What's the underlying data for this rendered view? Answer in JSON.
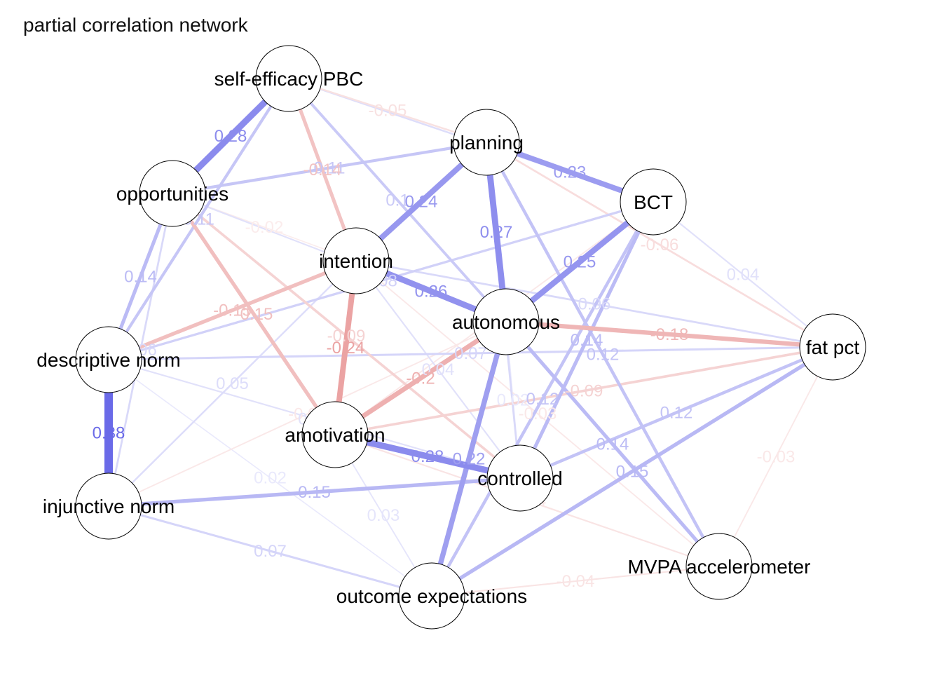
{
  "title": "partial correlation network",
  "colors": {
    "positive": "#6A6AE8",
    "negative": "#E27A7A",
    "node_fill": "#ffffff",
    "node_stroke": "#000000"
  },
  "nodes": [
    {
      "id": "self_efficacy_pbc",
      "label": "self-efficacy PBC"
    },
    {
      "id": "planning",
      "label": "planning"
    },
    {
      "id": "bct",
      "label": "BCT"
    },
    {
      "id": "opportunities",
      "label": "opportunities"
    },
    {
      "id": "intention",
      "label": "intention"
    },
    {
      "id": "autonomous",
      "label": "autonomous"
    },
    {
      "id": "fat_pct",
      "label": "fat pct"
    },
    {
      "id": "descriptive_norm",
      "label": "descriptive norm"
    },
    {
      "id": "amotivation",
      "label": "amotivation"
    },
    {
      "id": "controlled",
      "label": "controlled"
    },
    {
      "id": "injunctive_norm",
      "label": "injunctive norm"
    },
    {
      "id": "mvpa_accelerometer",
      "label": "MVPA accelerometer"
    },
    {
      "id": "outcome_expectations",
      "label": "outcome expectations"
    }
  ],
  "edges": [
    {
      "from": "descriptive_norm",
      "to": "injunctive_norm",
      "weight": 0.38
    },
    {
      "from": "self_efficacy_pbc",
      "to": "opportunities",
      "weight": 0.28
    },
    {
      "from": "amotivation",
      "to": "controlled",
      "weight": 0.28
    },
    {
      "from": "planning",
      "to": "autonomous",
      "weight": 0.27
    },
    {
      "from": "intention",
      "to": "autonomous",
      "weight": 0.26
    },
    {
      "from": "bct",
      "to": "autonomous",
      "weight": 0.25
    },
    {
      "from": "planning",
      "to": "intention",
      "weight": 0.24
    },
    {
      "from": "intention",
      "to": "amotivation",
      "weight": -0.24
    },
    {
      "from": "planning",
      "to": "bct",
      "weight": 0.23
    },
    {
      "from": "autonomous",
      "to": "outcome_expectations",
      "weight": 0.22
    },
    {
      "from": "autonomous",
      "to": "amotivation",
      "weight": -0.2
    },
    {
      "from": "autonomous",
      "to": "fat_pct",
      "weight": -0.18
    },
    {
      "from": "injunctive_norm",
      "to": "controlled",
      "weight": 0.15
    },
    {
      "from": "outcome_expectations",
      "to": "fat_pct",
      "weight": 0.15
    },
    {
      "from": "intention",
      "to": "descriptive_norm",
      "weight": -0.15
    },
    {
      "from": "opportunities",
      "to": "amotivation",
      "weight": -0.15
    },
    {
      "from": "opportunities",
      "to": "descriptive_norm",
      "weight": 0.14
    },
    {
      "from": "self_efficacy_pbc",
      "to": "intention",
      "weight": -0.14
    },
    {
      "from": "autonomous",
      "to": "mvpa_accelerometer",
      "weight": 0.14
    },
    {
      "from": "bct",
      "to": "controlled",
      "weight": 0.14
    },
    {
      "from": "bct",
      "to": "outcome_expectations",
      "weight": 0.12
    },
    {
      "from": "controlled",
      "to": "fat_pct",
      "weight": 0.12
    },
    {
      "from": "planning",
      "to": "mvpa_accelerometer",
      "weight": 0.12
    },
    {
      "from": "opportunities",
      "to": "planning",
      "weight": 0.11
    },
    {
      "from": "self_efficacy_pbc",
      "to": "descriptive_norm",
      "weight": 0.11
    },
    {
      "from": "self_efficacy_pbc",
      "to": "autonomous",
      "weight": 0.1
    },
    {
      "from": "opportunities",
      "to": "controlled",
      "weight": -0.09
    },
    {
      "from": "amotivation",
      "to": "fat_pct",
      "weight": -0.09
    },
    {
      "from": "descriptive_norm",
      "to": "fat_pct",
      "weight": 0.07
    },
    {
      "from": "injunctive_norm",
      "to": "outcome_expectations",
      "weight": 0.07
    },
    {
      "from": "bct",
      "to": "descriptive_norm",
      "weight": 0.08
    },
    {
      "from": "planning",
      "to": "controlled",
      "weight": 0.06
    },
    {
      "from": "opportunities",
      "to": "injunctive_norm",
      "weight": 0.06
    },
    {
      "from": "intention",
      "to": "fat_pct",
      "weight": 0.06
    },
    {
      "from": "planning",
      "to": "fat_pct",
      "weight": -0.06
    },
    {
      "from": "self_efficacy_pbc",
      "to": "bct",
      "weight": 0.05
    },
    {
      "from": "self_efficacy_pbc",
      "to": "planning",
      "weight": -0.05
    },
    {
      "from": "injunctive_norm",
      "to": "intention",
      "weight": 0.05
    },
    {
      "from": "descriptive_norm",
      "to": "controlled",
      "weight": 0.04
    },
    {
      "from": "intention",
      "to": "controlled",
      "weight": 0.04
    },
    {
      "from": "opportunities",
      "to": "autonomous",
      "weight": 0.04
    },
    {
      "from": "bct",
      "to": "fat_pct",
      "weight": 0.04
    },
    {
      "from": "amotivation",
      "to": "mvpa_accelerometer",
      "weight": -0.04
    },
    {
      "from": "outcome_expectations",
      "to": "mvpa_accelerometer",
      "weight": -0.04
    },
    {
      "from": "intention",
      "to": "mvpa_accelerometer",
      "weight": -0.03
    },
    {
      "from": "bct",
      "to": "amotivation",
      "weight": -0.03
    },
    {
      "from": "fat_pct",
      "to": "mvpa_accelerometer",
      "weight": -0.03
    },
    {
      "from": "injunctive_norm",
      "to": "autonomous",
      "weight": -0.03
    },
    {
      "from": "amotivation",
      "to": "outcome_expectations",
      "weight": 0.03
    },
    {
      "from": "descriptive_norm",
      "to": "outcome_expectations",
      "weight": 0.02
    },
    {
      "from": "opportunities",
      "to": "intention",
      "weight": -0.02
    },
    {
      "from": "autonomous",
      "to": "controlled",
      "weight": 0.02
    }
  ]
}
